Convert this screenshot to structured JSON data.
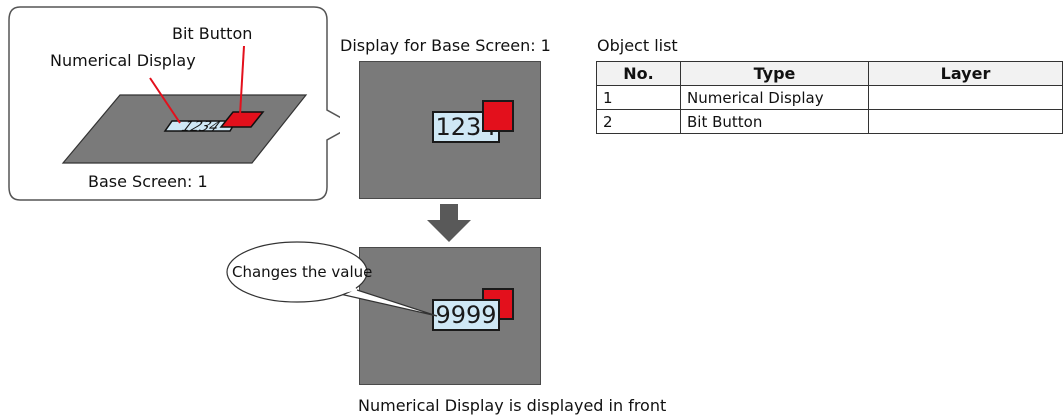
{
  "callout": {
    "bit_button_label": "Bit Button",
    "numerical_display_label": "Numerical Display",
    "base_screen_label": "Base Screen: 1",
    "sample_value": "1234"
  },
  "display_screen": {
    "title": "Display for Base Screen: 1",
    "value": "1234"
  },
  "result_screen": {
    "value": "9999",
    "speech": "Changes the value",
    "caption": "Numerical Display is displayed in front"
  },
  "object_list": {
    "title": "Object list",
    "headers": [
      "No.",
      "Type",
      "Layer"
    ],
    "rows": [
      [
        "1",
        "Numerical Display",
        ""
      ],
      [
        "2",
        "Bit Button",
        ""
      ]
    ]
  },
  "colors": {
    "screen_gray": "#7a7a7a",
    "display_fill": "#cfe8f5",
    "button_red": "#e3101c",
    "arrow_gray": "#595959"
  }
}
